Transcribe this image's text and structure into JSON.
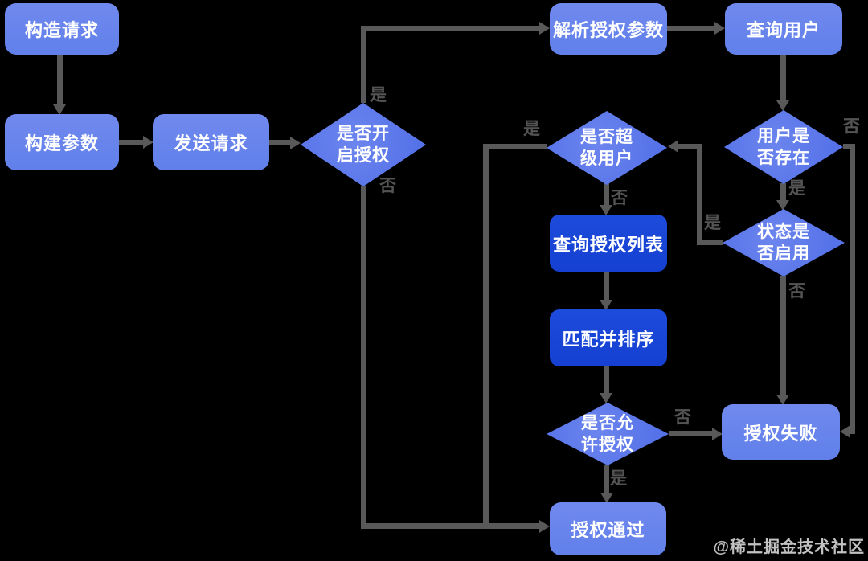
{
  "watermark": "@稀土掘金技术社区",
  "colors": {
    "background": "#000000",
    "node_light": "#6986ec",
    "node_dark": "#1a46d8",
    "diamond": "#5a76e8",
    "connector": "#595959",
    "edge_label": "#545454",
    "node_text": "#ffffff"
  },
  "nodes": {
    "build_request": {
      "label": "构造请求"
    },
    "build_params": {
      "label": "构建参数"
    },
    "send_request": {
      "label": "发送请求"
    },
    "parse_auth_params": {
      "label": "解析授权参数"
    },
    "query_user": {
      "label": "查询用户"
    },
    "query_auth_list": {
      "label": "查询授权列表"
    },
    "match_and_sort": {
      "label": "匹配并排序"
    },
    "auth_fail": {
      "label": "授权失败"
    },
    "auth_pass": {
      "label": "授权通过"
    }
  },
  "decisions": {
    "auth_enabled": {
      "label": "是否开\n启授权"
    },
    "super_user": {
      "label": "是否超\n级用户"
    },
    "user_exists": {
      "label": "用户是\n否存在"
    },
    "status_enabled": {
      "label": "状态是\n否启用"
    },
    "allow_auth": {
      "label": "是否允\n许授权"
    }
  },
  "edge_labels": {
    "auth_enabled_yes": "是",
    "auth_enabled_no": "否",
    "super_user_yes": "是",
    "super_user_no": "否",
    "user_exists_yes": "是",
    "user_exists_no": "否",
    "status_enabled_yes": "是",
    "status_enabled_no": "否",
    "allow_auth_yes": "是",
    "allow_auth_no": "否"
  }
}
